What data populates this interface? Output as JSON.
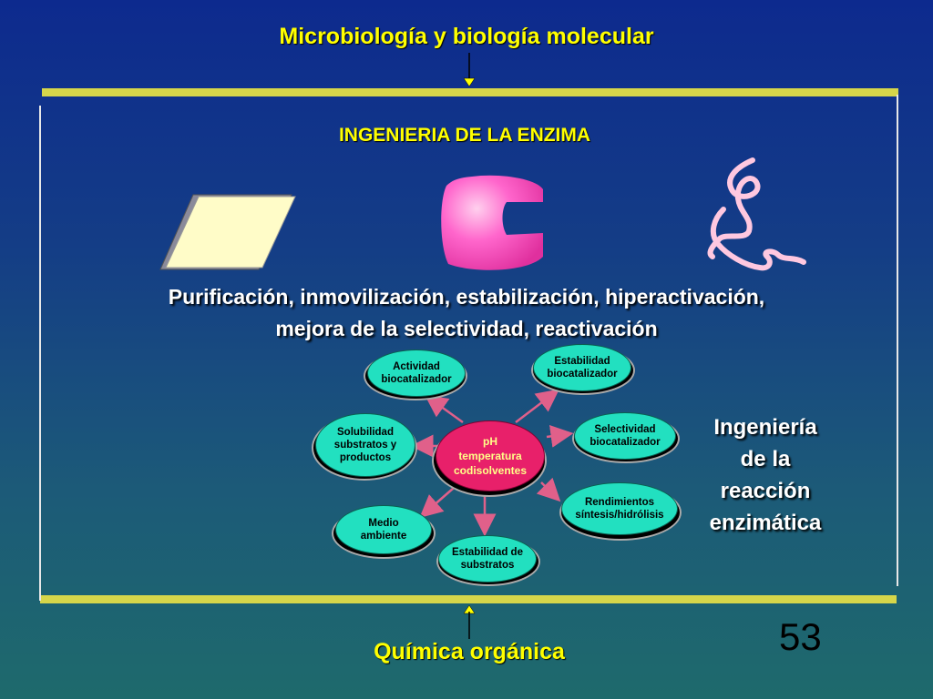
{
  "top_title": "Microbiología y biología molecular",
  "bottom_title": "Química orgánica",
  "section_heading": "INGENIERIA DE LA ENZIMA",
  "main_text": {
    "line1": "Purificación, inmovilización, estabilización, hiperactivación,",
    "line2": "mejora  de la selectividad, reactivación"
  },
  "side_label": {
    "line1": "Ingeniería",
    "line2": "de la",
    "line3": "reacción",
    "line4": "enzimática"
  },
  "center_node": {
    "line1": "pH",
    "line2": "temperatura",
    "line3": "codisolventes"
  },
  "nodes": {
    "actividad": {
      "line1": "Actividad",
      "line2": "biocatalizador"
    },
    "estabilidad": {
      "line1": "Estabilidad",
      "line2": "biocatalizador"
    },
    "selectividad": {
      "line1": "Selectividad",
      "line2": "biocatalizador"
    },
    "rendimientos": {
      "line1": "Rendimientos",
      "line2": "síntesis/hidrólisis"
    },
    "estabilidad_substratos": {
      "line1": "Estabilidad de",
      "line2": "substratos"
    },
    "medio": {
      "line1": "Medio",
      "line2": "ambiente"
    },
    "solubilidad": {
      "line1": "Solubilidad",
      "line2": "substratos y",
      "line3": "productos"
    }
  },
  "page_number": "53",
  "colors": {
    "title_yellow": "#ffff00",
    "bar_olive": "#d6d64a",
    "node_teal": "#22e0c0",
    "center_pink": "#e8206a",
    "arrow_pink": "#e0608a"
  },
  "icons": [
    "support-parallelogram-icon",
    "enzyme-shape-icon",
    "protein-chain-icon"
  ]
}
